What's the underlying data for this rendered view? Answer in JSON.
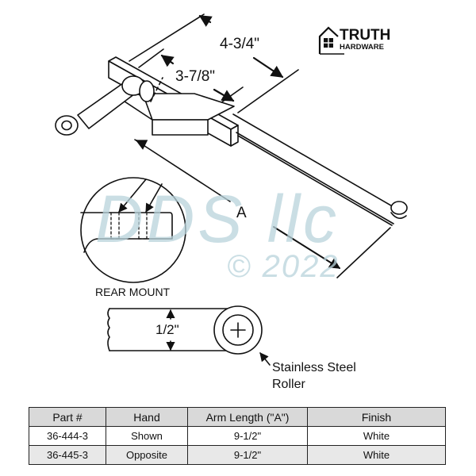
{
  "logo": {
    "brand_line1": "TRUTH",
    "brand_line2": "HARDWARE",
    "icon": "house-window-icon"
  },
  "dimensions": {
    "overall_width": "4-3/4\"",
    "mount_width": "3-7/8\"",
    "arm_length_label": "A",
    "arm_thickness": "1/2\""
  },
  "labels": {
    "rear_mount": "REAR MOUNT",
    "roller_line1": "Stainless Steel",
    "roller_line2": "Roller"
  },
  "watermark": {
    "line1": "DDS llc",
    "line2": "© 2022"
  },
  "table": {
    "headers": [
      "Part #",
      "Hand",
      "Arm Length (\"A\")",
      "Finish"
    ],
    "rows": [
      [
        "36-444-3",
        "Shown",
        "9-1/2\"",
        "White"
      ],
      [
        "36-445-3",
        "Opposite",
        "9-1/2\"",
        "White"
      ]
    ]
  }
}
